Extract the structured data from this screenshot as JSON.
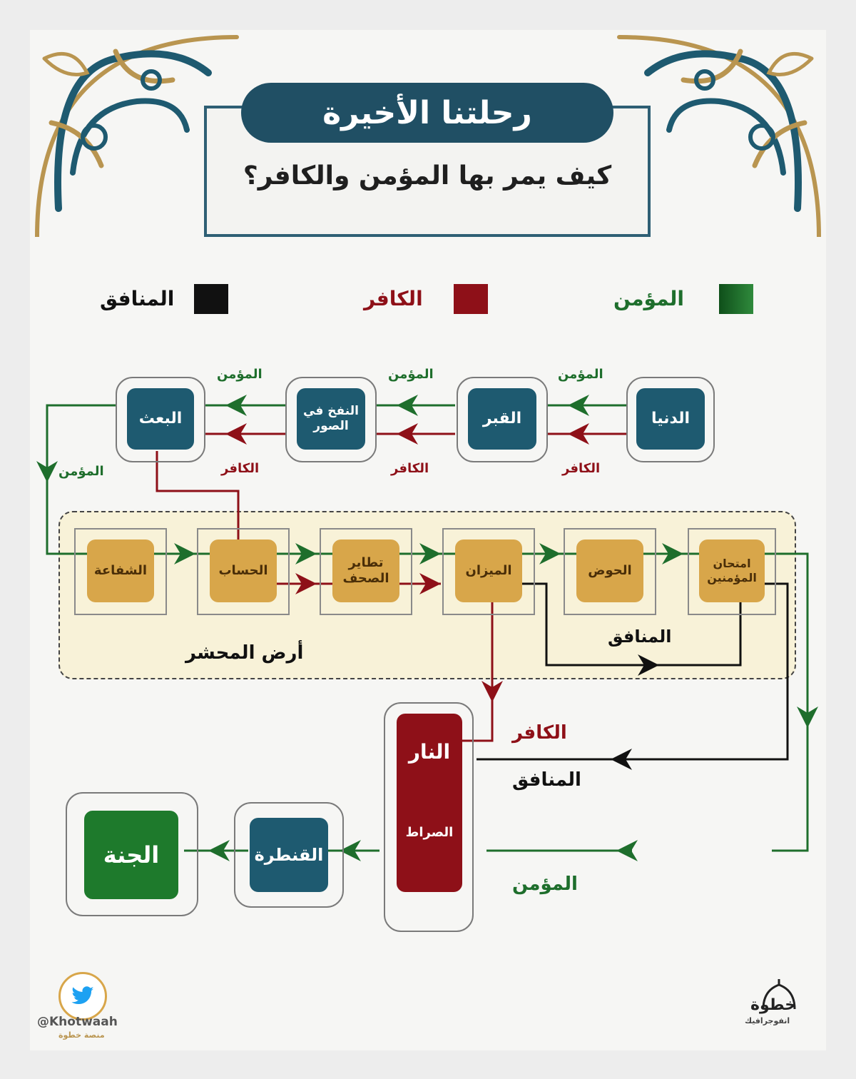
{
  "title": "رحلتنا الأخيرة",
  "subtitle": "كيف يمر بها المؤمن والكافر؟",
  "legend": [
    {
      "label": "المؤمن",
      "color": "#1e6e2c"
    },
    {
      "label": "الكافر",
      "color": "#8e1018"
    },
    {
      "label": "المنافق",
      "color": "#111111"
    }
  ],
  "stages_top": [
    {
      "label": "الدنيا"
    },
    {
      "label": "القبر"
    },
    {
      "label": "النفخ في الصور"
    },
    {
      "label": "البعث"
    }
  ],
  "mahshar": {
    "label": "أرض المحشر",
    "stages": [
      {
        "label": "امتحان المؤمنين"
      },
      {
        "label": "الحوض"
      },
      {
        "label": "الميزان"
      },
      {
        "label": "تطاير الصحف"
      },
      {
        "label": "الحساب"
      },
      {
        "label": "الشفاعة"
      }
    ]
  },
  "bottom": {
    "fire": "النار",
    "sirat": "الصراط",
    "qantara": "القنطرة",
    "jannah": "الجنة"
  },
  "path_labels": {
    "believer": "المؤمن",
    "disbeliever": "الكافر",
    "hypocrite": "المنافق"
  },
  "colors": {
    "believer": "#1e6e2c",
    "disbeliever": "#8e1018",
    "hypocrite": "#111111",
    "primary_blue": "#1e5a70",
    "gold": "#d8a64a"
  },
  "footer": {
    "handle": "@Khotwaah",
    "handle_sub": "منصة خطوة",
    "brand": "خطوة",
    "brand_sub": "انفوجرافيك"
  }
}
